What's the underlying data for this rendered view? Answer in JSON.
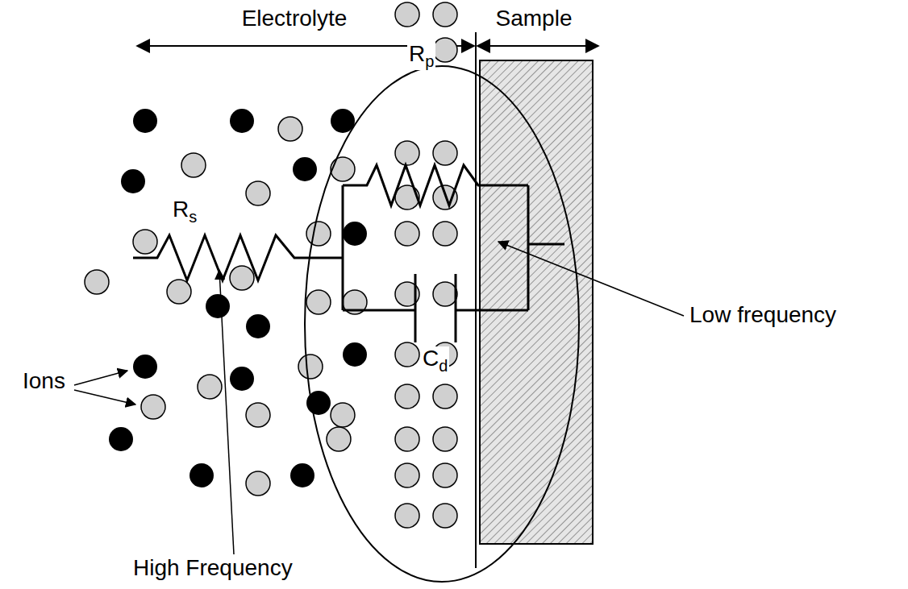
{
  "diagram": {
    "labels": [
      "Electrolyte",
      "Sample",
      "Rp",
      "Rs",
      "Cd",
      "Low frequency",
      "Ions",
      "High Frequency"
    ]
  }
}
